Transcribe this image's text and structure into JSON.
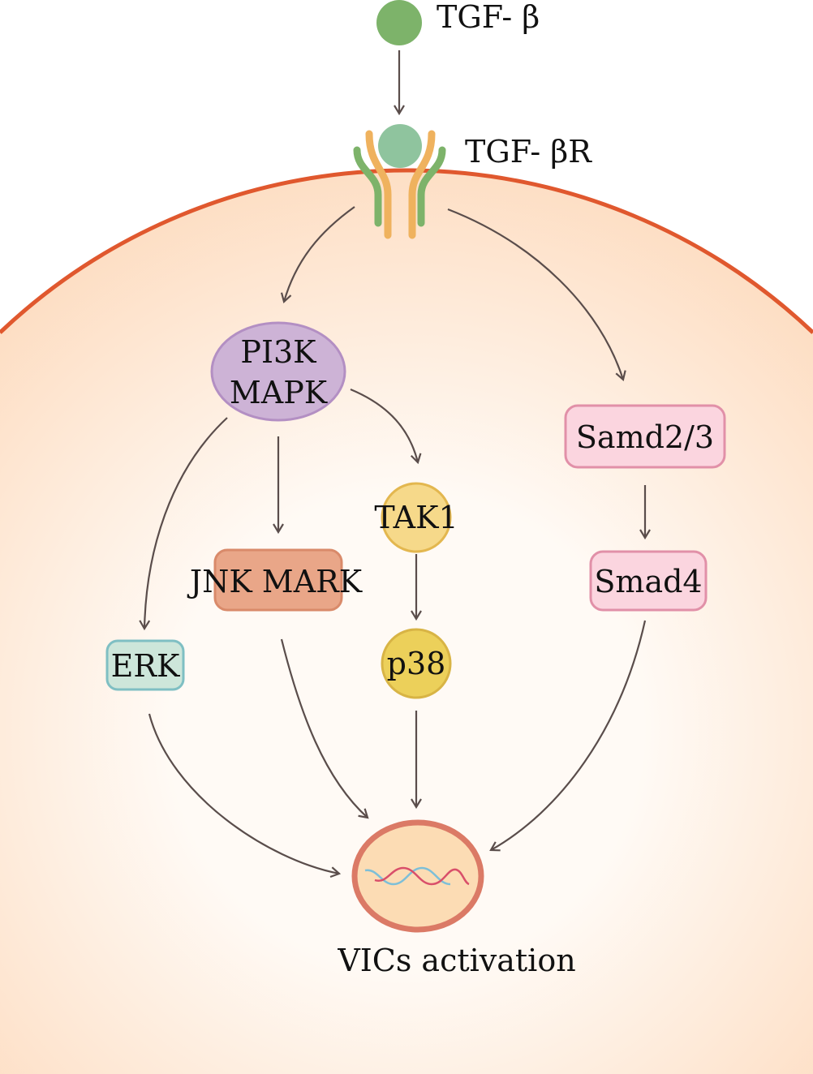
{
  "ligand": {
    "label": "TGF- β",
    "color": "#7db36a"
  },
  "receptor": {
    "label": "TGF- βR"
  },
  "nodes": {
    "pi3k": {
      "line1": "PI3K",
      "line2": "MAPK"
    },
    "samd23": {
      "label": "Samd2/3"
    },
    "smad4": {
      "label": "Smad4"
    },
    "tak1": {
      "label": "TAK1"
    },
    "p38": {
      "label": "p38"
    },
    "jnk": {
      "label": "JNK MARK"
    },
    "erk": {
      "label": "ERK"
    }
  },
  "outcome": {
    "label": "VICs activation"
  },
  "colors": {
    "membrane": "#e0582e",
    "arrow": "#5a4d4b"
  }
}
